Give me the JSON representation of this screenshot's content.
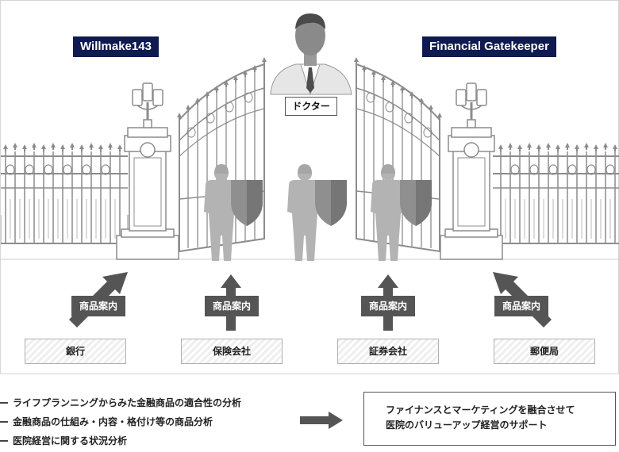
{
  "labels": {
    "left_brand": "Willmake143",
    "right_brand": "Financial Gatekeeper",
    "doctor": "ドクター"
  },
  "flows": [
    {
      "guide": "商品案内",
      "place": "銀行",
      "arrow": "diagonal-right-up-arrow"
    },
    {
      "guide": "商品案内",
      "place": "保険会社",
      "arrow": "up-arrow"
    },
    {
      "guide": "商品案内",
      "place": "証券会社",
      "arrow": "up-arrow"
    },
    {
      "guide": "商品案内",
      "place": "郵便局",
      "arrow": "diagonal-left-up-arrow"
    }
  ],
  "analysis_points": [
    "ライフプランニングからみた金融商品の適合性の分析",
    "金融商品の仕組み・内容・格付け等の商品分析",
    "医院経営に関する状況分析"
  ],
  "result": {
    "line1": "ファイナンスとマーケティングを融合させて",
    "line2": "医院のバリューアップ経営のサポート"
  },
  "colors": {
    "brand_navy": "#0f1a4f",
    "arrow_gray": "#555555",
    "figure_gray": "#b3b3b3",
    "fence_gray": "#8c8c8c"
  }
}
